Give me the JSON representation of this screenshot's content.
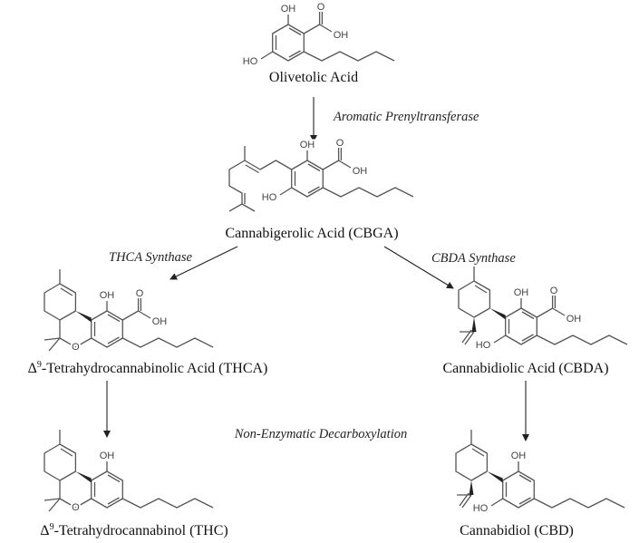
{
  "atoms": {
    "oh": "OH",
    "ho": "HO",
    "o": "O"
  },
  "compounds": {
    "olivetolic_acid": {
      "name": "Olivetolic Acid"
    },
    "cbga": {
      "name": "Cannabigerolic Acid (CBGA)"
    },
    "thca": {
      "prefix": "Δ",
      "superscript": "9",
      "rest": "-Tetrahydrocannabinolic Acid (THCA)"
    },
    "cbda": {
      "name": "Cannabidiolic Acid (CBDA)"
    },
    "thc": {
      "prefix": "Δ",
      "superscript": "9",
      "rest": "-Tetrahydrocannabinol (THC)"
    },
    "cbd": {
      "name": "Cannabidiol (CBD)"
    }
  },
  "enzymes": {
    "prenyltransferase": "Aromatic Prenyltransferase",
    "thca_synthase": "THCA Synthase",
    "cbda_synthase": "CBDA Synthase",
    "decarboxylation": "Non-Enzymatic Decarboxylation"
  }
}
